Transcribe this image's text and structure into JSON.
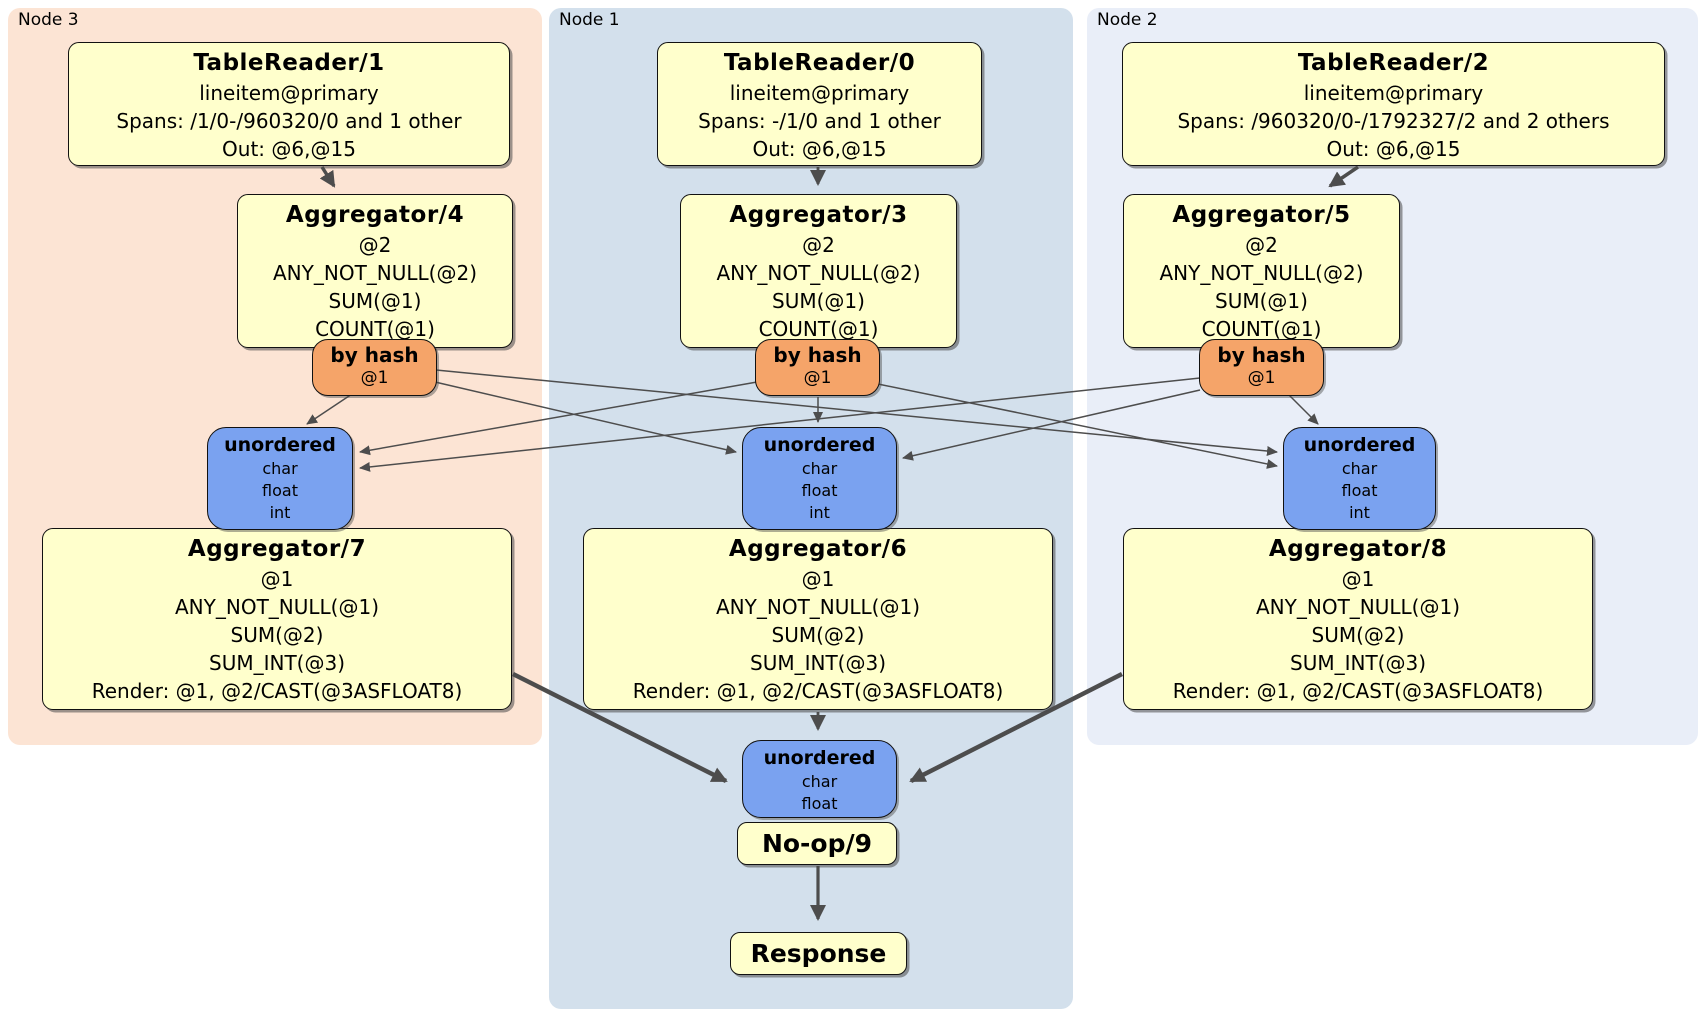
{
  "colors": {
    "node3_bg": "#fce4d4",
    "node1_bg": "#d3e0ec",
    "node2_bg": "#e9eef8",
    "processor_fill": "#ffffcc",
    "router_fill": "#f5a469",
    "sync_fill": "#7aa2f0",
    "edge": "#4d4d4d"
  },
  "node3": {
    "label": "Node 3",
    "table_reader": {
      "title": "TableReader/1",
      "table": "lineitem@primary",
      "spans": "Spans: /1/0-/960320/0 and 1 other",
      "out": "Out: @6,@15"
    },
    "aggregator_top": {
      "title": "Aggregator/4",
      "group_by": "@2",
      "func1": "ANY_NOT_NULL(@2)",
      "func2": "SUM(@1)",
      "func3": "COUNT(@1)"
    },
    "router": {
      "title": "by hash",
      "column": "@1"
    },
    "sync": {
      "title": "unordered",
      "col1": "char",
      "col2": "float",
      "col3": "int"
    },
    "aggregator_bottom": {
      "title": "Aggregator/7",
      "group_by": "@1",
      "func1": "ANY_NOT_NULL(@1)",
      "func2": "SUM(@2)",
      "func3": "SUM_INT(@3)",
      "render": "Render: @1, @2/CAST(@3ASFLOAT8)"
    }
  },
  "node1": {
    "label": "Node 1",
    "table_reader": {
      "title": "TableReader/0",
      "table": "lineitem@primary",
      "spans": "Spans: -/1/0 and 1 other",
      "out": "Out: @6,@15"
    },
    "aggregator_top": {
      "title": "Aggregator/3",
      "group_by": "@2",
      "func1": "ANY_NOT_NULL(@2)",
      "func2": "SUM(@1)",
      "func3": "COUNT(@1)"
    },
    "router": {
      "title": "by hash",
      "column": "@1"
    },
    "sync": {
      "title": "unordered",
      "col1": "char",
      "col2": "float",
      "col3": "int"
    },
    "aggregator_bottom": {
      "title": "Aggregator/6",
      "group_by": "@1",
      "func1": "ANY_NOT_NULL(@1)",
      "func2": "SUM(@2)",
      "func3": "SUM_INT(@3)",
      "render": "Render: @1, @2/CAST(@3ASFLOAT8)"
    }
  },
  "node2": {
    "label": "Node 2",
    "table_reader": {
      "title": "TableReader/2",
      "table": "lineitem@primary",
      "spans": "Spans: /960320/0-/1792327/2 and 2 others",
      "out": "Out: @6,@15"
    },
    "aggregator_top": {
      "title": "Aggregator/5",
      "group_by": "@2",
      "func1": "ANY_NOT_NULL(@2)",
      "func2": "SUM(@1)",
      "func3": "COUNT(@1)"
    },
    "router": {
      "title": "by hash",
      "column": "@1"
    },
    "sync": {
      "title": "unordered",
      "col1": "char",
      "col2": "float",
      "col3": "int"
    },
    "aggregator_bottom": {
      "title": "Aggregator/8",
      "group_by": "@1",
      "func1": "ANY_NOT_NULL(@1)",
      "func2": "SUM(@2)",
      "func3": "SUM_INT(@3)",
      "render": "Render: @1, @2/CAST(@3ASFLOAT8)"
    }
  },
  "final": {
    "sync": {
      "title": "unordered",
      "col1": "char",
      "col2": "float"
    },
    "noop": {
      "title": "No-op/9"
    },
    "response": {
      "title": "Response"
    }
  },
  "edges": [
    {
      "from": "TableReader/1",
      "to": "Aggregator/4"
    },
    {
      "from": "TableReader/0",
      "to": "Aggregator/3"
    },
    {
      "from": "TableReader/2",
      "to": "Aggregator/5"
    },
    {
      "from": "Aggregator/4 by hash",
      "to": "unordered Node 3"
    },
    {
      "from": "Aggregator/4 by hash",
      "to": "unordered Node 1"
    },
    {
      "from": "Aggregator/4 by hash",
      "to": "unordered Node 2"
    },
    {
      "from": "Aggregator/3 by hash",
      "to": "unordered Node 3"
    },
    {
      "from": "Aggregator/3 by hash",
      "to": "unordered Node 1"
    },
    {
      "from": "Aggregator/3 by hash",
      "to": "unordered Node 2"
    },
    {
      "from": "Aggregator/5 by hash",
      "to": "unordered Node 3"
    },
    {
      "from": "Aggregator/5 by hash",
      "to": "unordered Node 1"
    },
    {
      "from": "Aggregator/5 by hash",
      "to": "unordered Node 2"
    },
    {
      "from": "Aggregator/7",
      "to": "final unordered"
    },
    {
      "from": "Aggregator/6",
      "to": "final unordered"
    },
    {
      "from": "Aggregator/8",
      "to": "final unordered"
    },
    {
      "from": "No-op/9",
      "to": "Response"
    }
  ]
}
